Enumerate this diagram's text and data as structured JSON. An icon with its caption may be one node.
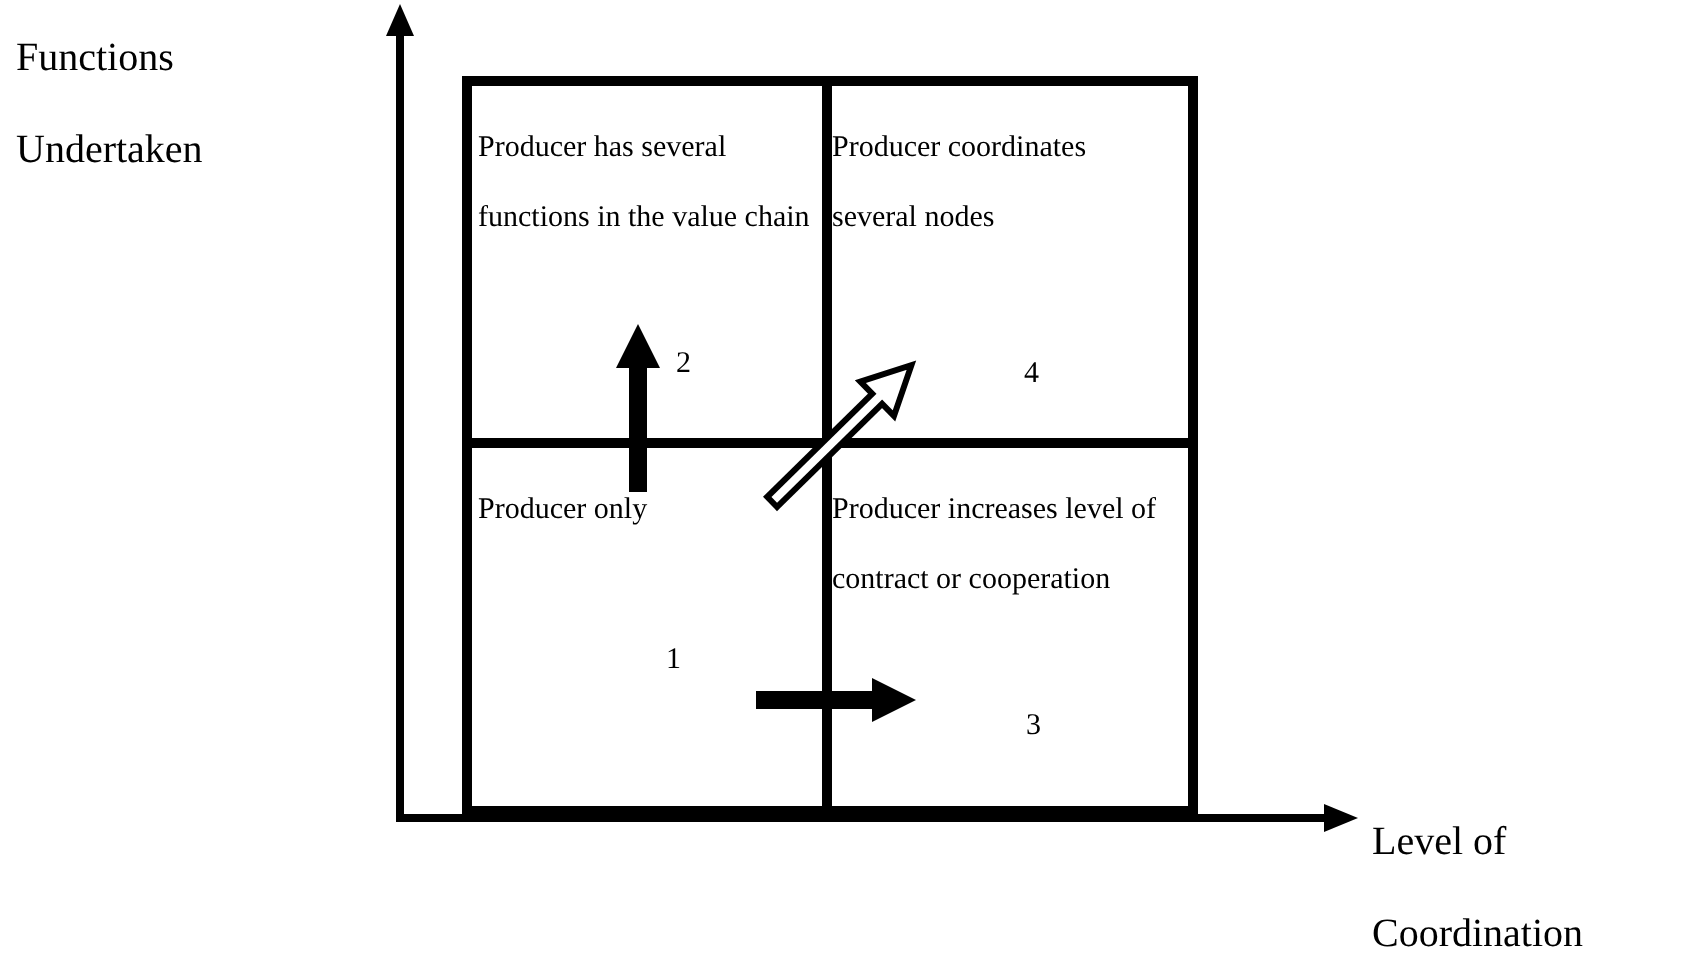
{
  "diagram": {
    "nodes": [
      {
        "text": [
          "Producer has several functions in the value chain",
          "2"
        ]
      },
      {
        "text": [
          "Producer coordinates several nodes",
          "4"
        ]
      },
      {
        "text": [
          "Producer only",
          "1"
        ]
      },
      {
        "text": [
          "Producer increases level of contract or cooperation",
          "3"
        ]
      }
    ],
    "edges": [
      {
        "from": 2,
        "to": 0,
        "arrow": "to"
      },
      {
        "from": 2,
        "to": 1,
        "arrow": "to"
      },
      {
        "from": 2,
        "to": 3,
        "arrow": "to"
      }
    ],
    "labels": [
      "Functions Undertaken",
      "Level of Coordination"
    ]
  }
}
